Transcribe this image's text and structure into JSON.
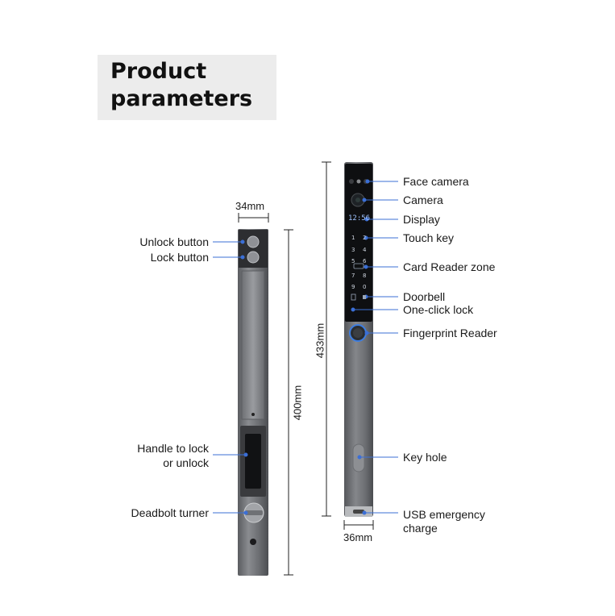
{
  "title": {
    "line1": "Product",
    "line2": "parameters"
  },
  "dimensions": {
    "left_width": "34mm",
    "left_height": "400mm",
    "right_height": "433mm",
    "right_width": "36mm"
  },
  "left_labels": {
    "unlock_button": "Unlock button",
    "lock_button": "Lock button",
    "handle_line1": "Handle to lock",
    "handle_line2": "or unlock",
    "deadbolt": "Deadbolt turner"
  },
  "right_labels": {
    "face_camera": "Face camera",
    "camera": "Camera",
    "display": "Display",
    "touch_key": "Touch key",
    "card_reader": "Card Reader zone",
    "doorbell": "Doorbell",
    "one_click_lock": "One-click lock",
    "fingerprint": "Fingerprint Reader",
    "key_hole": "Key hole",
    "usb_line1": "USB emergency",
    "usb_line2": "charge"
  },
  "display_screen": {
    "clock": "12:56"
  },
  "keypad": [
    "1",
    "2",
    "3",
    "4",
    "5",
    "6",
    "7",
    "8",
    "9",
    "0"
  ],
  "colors": {
    "leader_line": "#3b6fd6",
    "body_metal": "#6d6f73",
    "title_bg": "#ececec"
  }
}
